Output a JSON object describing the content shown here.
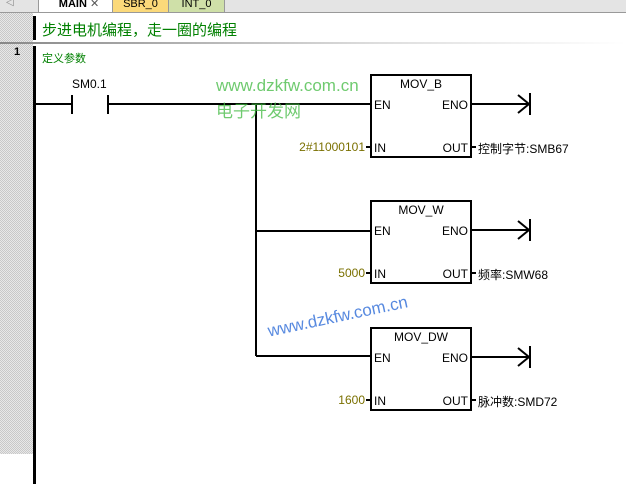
{
  "tabs": [
    {
      "label": "MAIN",
      "active": true
    },
    {
      "label": "SBR_0"
    },
    {
      "label": "INT_0"
    }
  ],
  "program_comment": "步进电机编程，走一圈的编程",
  "network": {
    "number": "1",
    "comment": "定义参数",
    "contact": "SM0.1",
    "blocks": [
      {
        "name": "MOV_B",
        "en": "EN",
        "eno": "ENO",
        "in_label": "IN",
        "out_label": "OUT",
        "in_value": "2#11000101",
        "out_value": "控制字节:SMB67"
      },
      {
        "name": "MOV_W",
        "en": "EN",
        "eno": "ENO",
        "in_label": "IN",
        "out_label": "OUT",
        "in_value": "5000",
        "out_value": "频率:SMW68"
      },
      {
        "name": "MOV_DW",
        "en": "EN",
        "eno": "ENO",
        "in_label": "IN",
        "out_label": "OUT",
        "in_value": "1600",
        "out_value": "脉冲数:SMD72"
      }
    ]
  },
  "watermark": {
    "url": "www.dzkfw.com.cn",
    "name": "电子开发网"
  }
}
